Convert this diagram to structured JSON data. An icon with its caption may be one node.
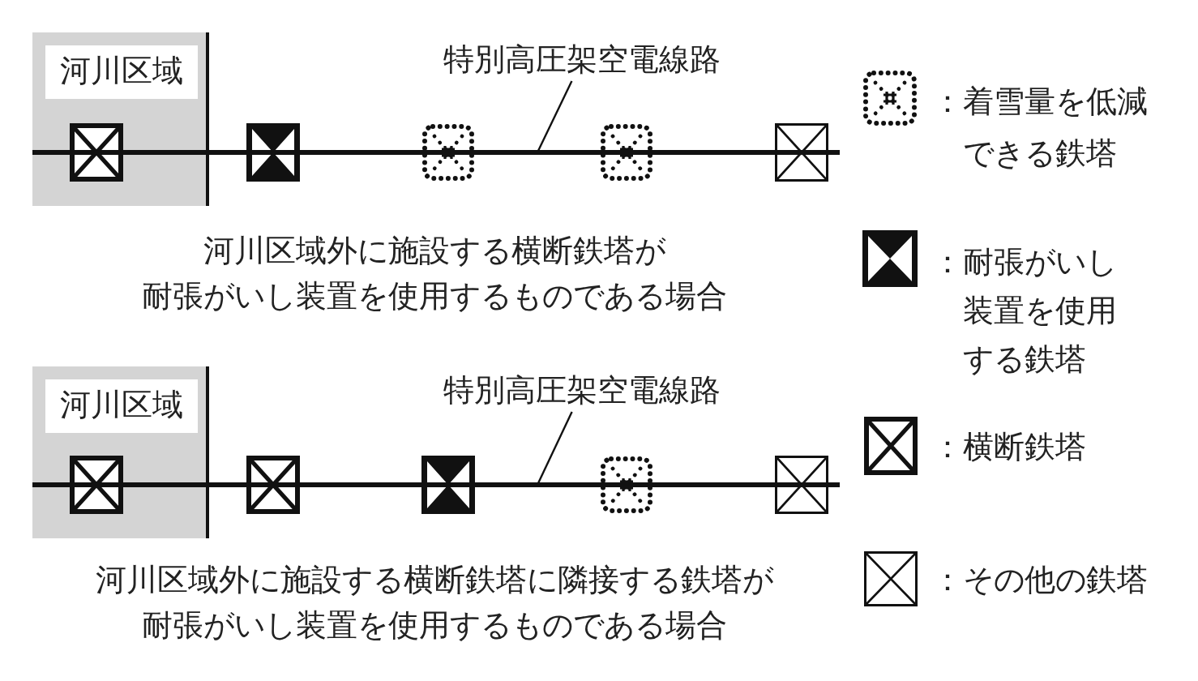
{
  "diagram": {
    "nodes": [
      {
        "text": [
          "河川区域"
        ]
      },
      {
        "text": [
          "特別高圧架空電線路"
        ]
      },
      {
        "text": [],
        "shape": "box",
        "in": 0
      },
      {
        "text": [],
        "shape": "box"
      },
      {
        "text": [],
        "shape": "box"
      },
      {
        "text": [],
        "shape": "box"
      },
      {
        "text": [],
        "shape": "box"
      },
      {
        "text": [
          "河川区域"
        ]
      },
      {
        "text": [
          "特別高圧架空電線路"
        ]
      },
      {
        "text": [],
        "shape": "box",
        "in": 7
      },
      {
        "text": [],
        "shape": "box"
      },
      {
        "text": [],
        "shape": "box"
      },
      {
        "text": [],
        "shape": "box"
      },
      {
        "text": [],
        "shape": "box"
      }
    ],
    "edges": [
      {
        "from": 1,
        "to": null,
        "arrow": "none"
      },
      {
        "from": null,
        "to": 2,
        "arrow": "none"
      },
      {
        "from": 2,
        "to": 3,
        "arrow": "none"
      },
      {
        "from": 3,
        "to": 4,
        "arrow": "none"
      },
      {
        "from": 4,
        "to": 5,
        "arrow": "none"
      },
      {
        "from": 5,
        "to": 6,
        "arrow": "none"
      },
      {
        "from": 6,
        "to": null,
        "arrow": "none"
      },
      {
        "from": 8,
        "to": null,
        "arrow": "none"
      },
      {
        "from": null,
        "to": 9,
        "arrow": "none"
      },
      {
        "from": 9,
        "to": 10,
        "arrow": "none"
      },
      {
        "from": 10,
        "to": 11,
        "arrow": "none"
      },
      {
        "from": 11,
        "to": 12,
        "arrow": "none"
      },
      {
        "from": 12,
        "to": 13,
        "arrow": "none"
      },
      {
        "from": 13,
        "to": null,
        "arrow": "none"
      }
    ],
    "labels": [
      "河川区域外に施設する横断鉄塔が耐張がいし装置を使用するものである場合",
      "河川区域外に施設する横断鉄塔に隣接する鉄塔が耐張がいし装置を使用するものである場合"
    ],
    "legend": [
      {
        "text": "：着雪量を低減できる鉄塔"
      },
      {
        "text": "：耐張がいし装置を使用する鉄塔"
      },
      {
        "text": "：横断鉄塔"
      },
      {
        "text": "：その他の鉄塔"
      }
    ]
  }
}
